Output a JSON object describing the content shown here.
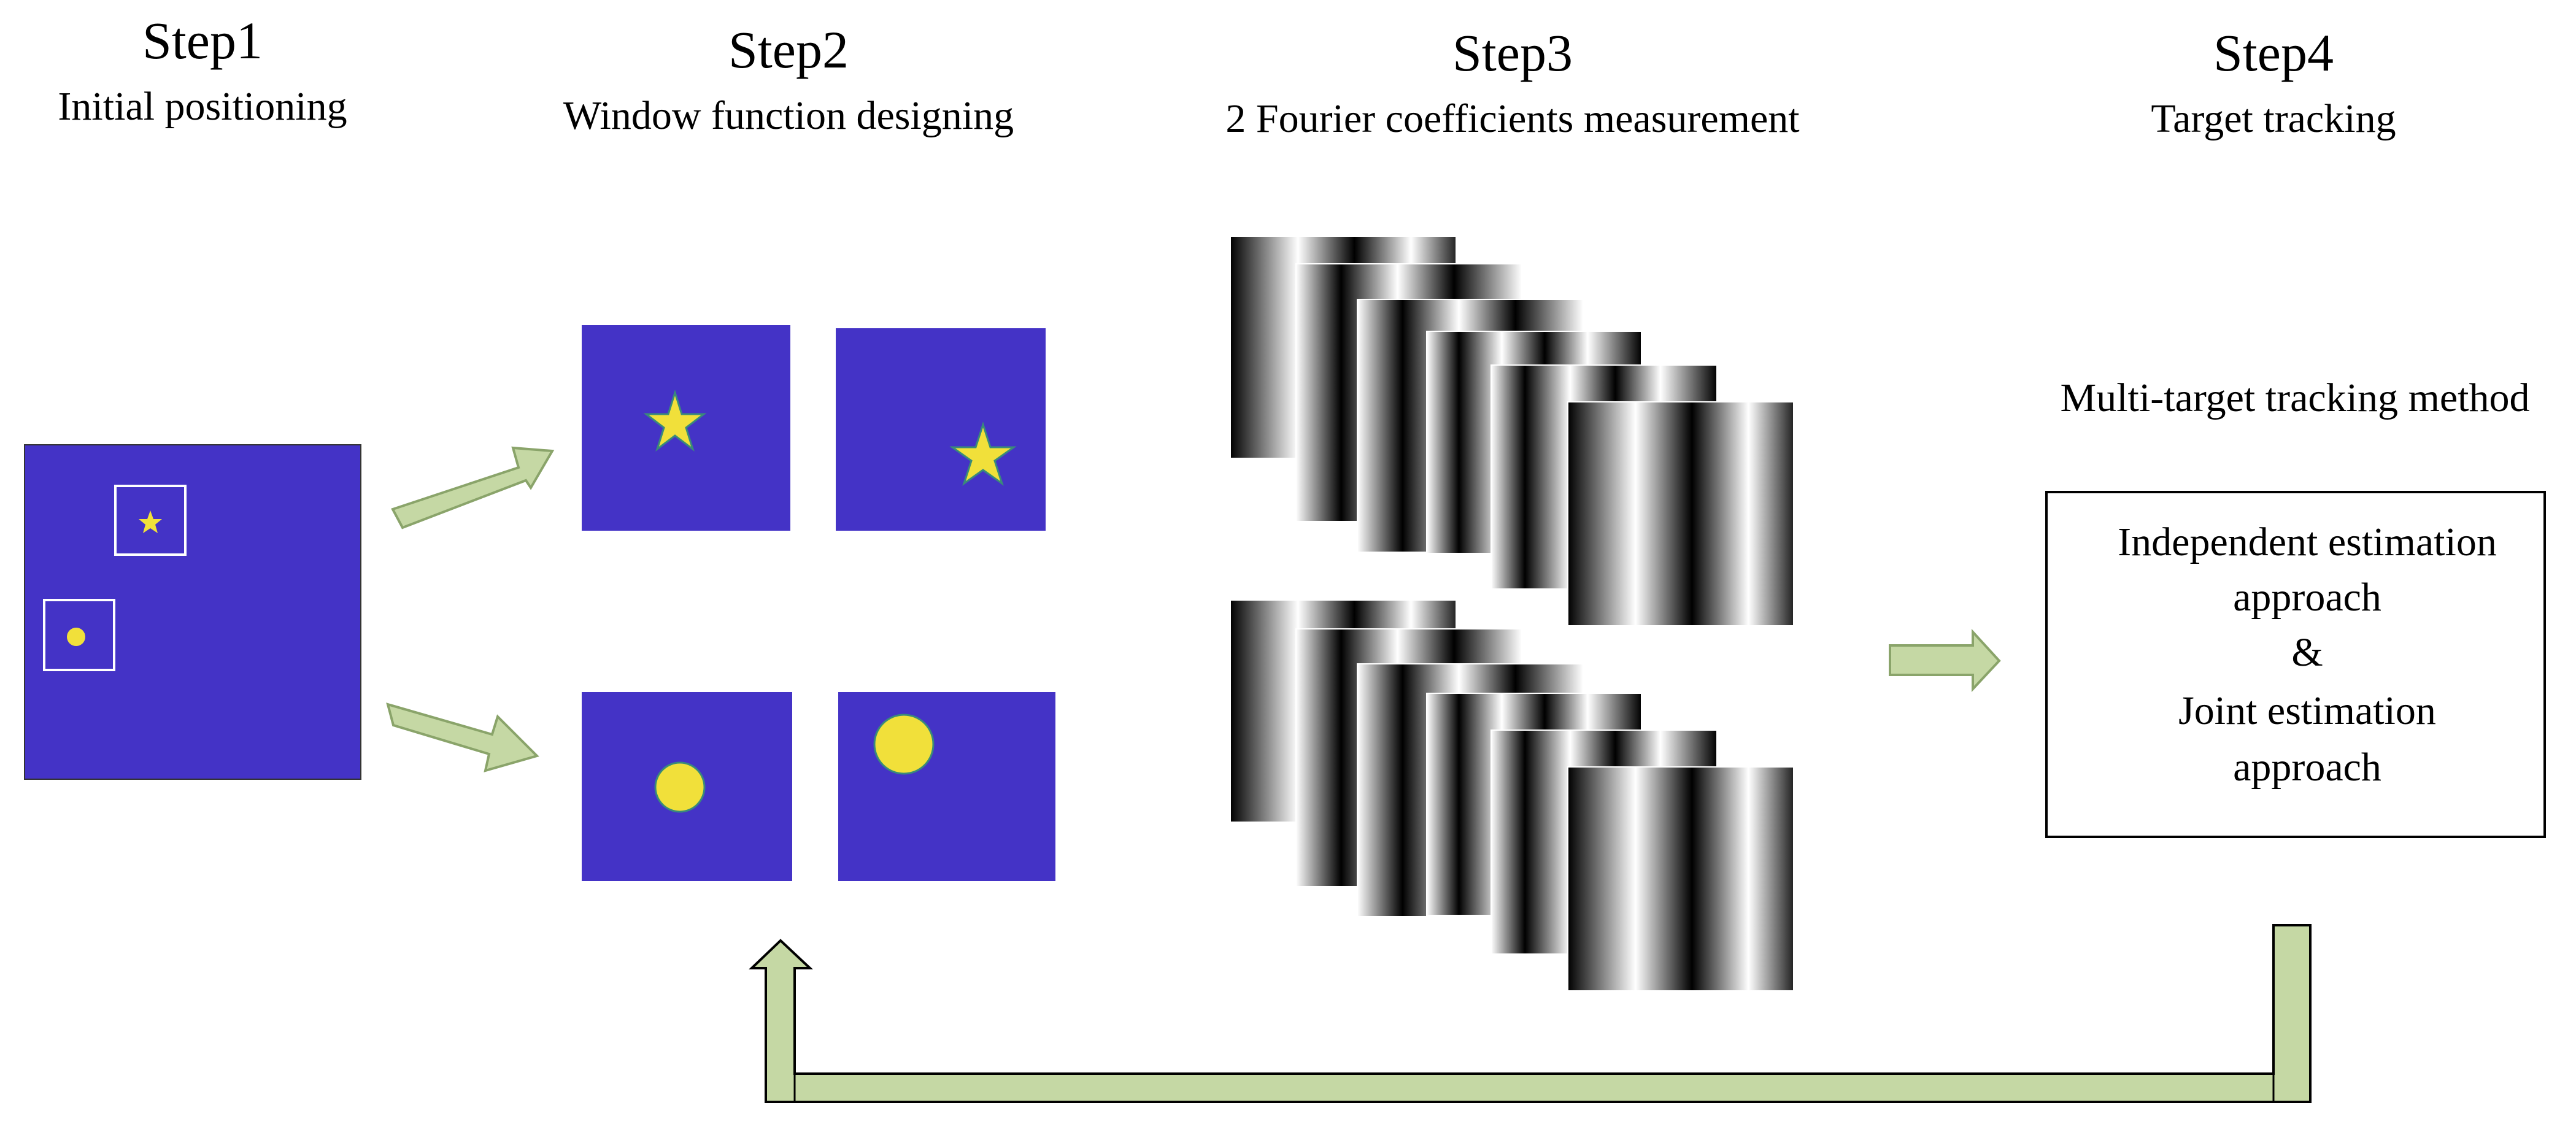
{
  "steps": [
    {
      "title": "Step1",
      "subtitle": "Initial positioning"
    },
    {
      "title": "Step2",
      "subtitle": "Window function designing"
    },
    {
      "title": "Step3",
      "subtitle": "2 Fourier coefficients measurement"
    },
    {
      "title": "Step4",
      "subtitle": "Target tracking"
    }
  ],
  "method": {
    "heading": "Multi-target tracking method",
    "box_lines": [
      "Independent estimation",
      "approach",
      "&",
      "Joint estimation",
      "approach"
    ]
  },
  "colors": {
    "panel_blue": "#4433c6",
    "target_yellow": "#f1e03a",
    "arrow_fill": "#c5d8a4",
    "arrow_stroke": "#8aa46a"
  }
}
